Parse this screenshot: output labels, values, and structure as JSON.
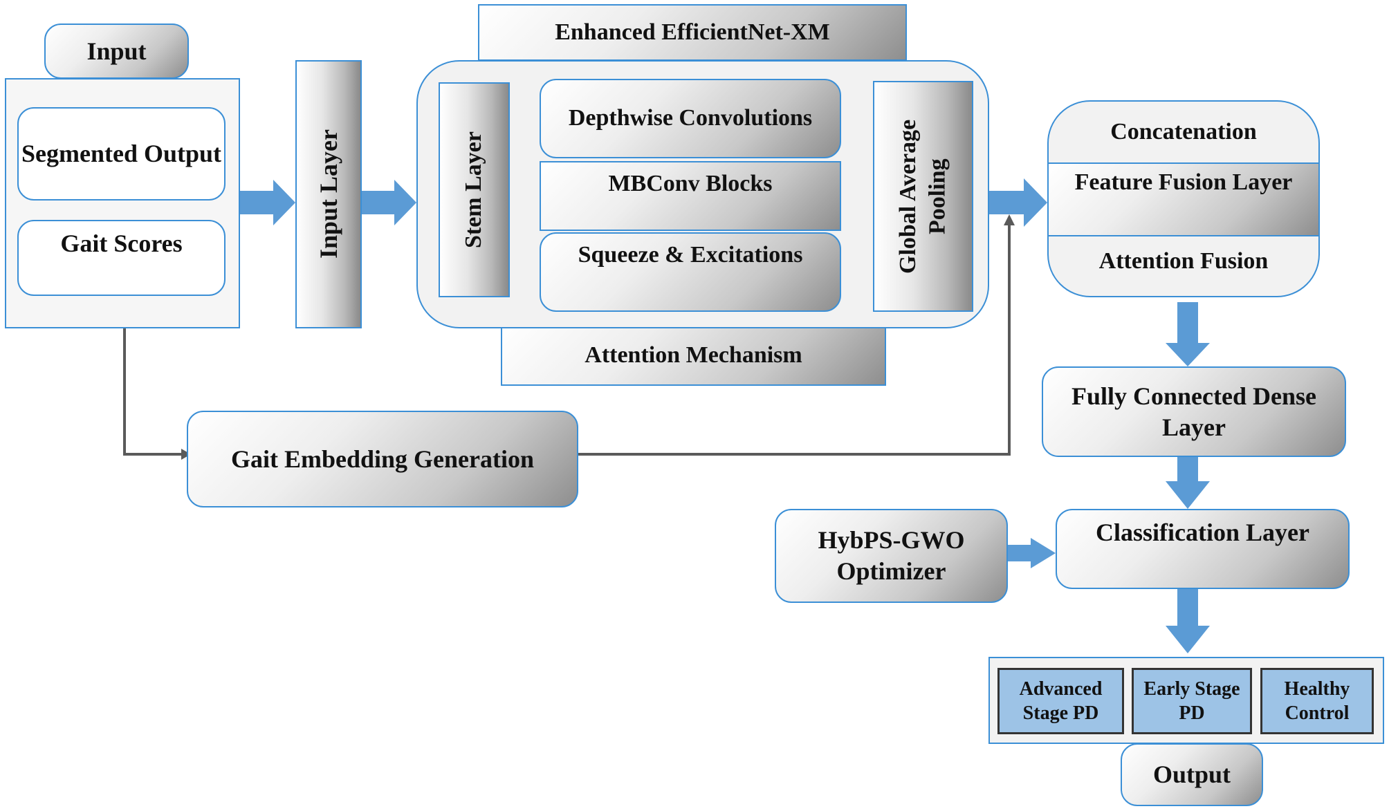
{
  "input": {
    "tab": "Input",
    "segmented_output": "Segmented Output",
    "gait_scores": "Gait Scores"
  },
  "input_layer": "Input Layer",
  "efficientnet": {
    "title": "Enhanced EfficientNet-XM",
    "stem_layer": "Stem Layer",
    "depthwise": "Depthwise Convolutions",
    "mbconv": "MBConv Blocks",
    "squeeze": "Squeeze & Excitations",
    "gap": "Global Average Pooling",
    "attention": "Attention Mechanism"
  },
  "gait_embedding": "Gait Embedding Generation",
  "fusion": {
    "concatenation": "Concatenation",
    "feature_fusion": "Feature Fusion Layer",
    "attention_fusion": "Attention Fusion"
  },
  "dense": "Fully Connected Dense Layer",
  "optimizer": "HybPS-GWO Optimizer",
  "classification": "Classification Layer",
  "output": {
    "classes": [
      "Advanced Stage PD",
      "Early Stage PD",
      "Healthy Control"
    ],
    "label": "Output"
  },
  "colors": {
    "border": "#3b8fd6",
    "arrow": "#5b9bd5",
    "class_fill": "#9dc3e6"
  }
}
